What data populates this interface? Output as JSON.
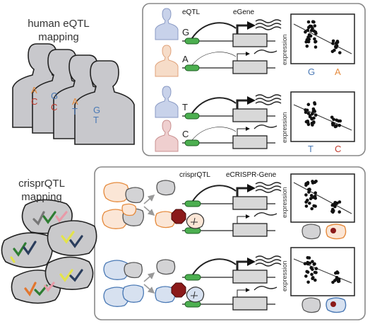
{
  "colors": {
    "orange": "#e58a3c",
    "blue": "#4a79b5",
    "green": "#4caf50",
    "red": "#8b1a1a",
    "gray": "#c9c9cb",
    "panel_border": "#888888"
  },
  "top": {
    "title_line1": "human eQTL",
    "title_line2": "mapping",
    "eqtl_label": "eQTL",
    "egene_label": "eGene",
    "ylabel": "expression",
    "plot1_x": [
      "G",
      "A"
    ],
    "plot2_x": [
      "T",
      "C"
    ],
    "row_alleles": [
      "G",
      "A",
      "T",
      "C"
    ],
    "bodies": [
      {
        "a1": "A",
        "a2": "C"
      },
      {
        "a1": "G",
        "a2": "C"
      },
      {
        "a1": "A",
        "a2": "T"
      },
      {
        "a1": "G",
        "a2": "T"
      }
    ]
  },
  "bottom": {
    "title_line1": "crisprQTL",
    "title_line2": "mapping",
    "crisprqtl_label": "crisprQTL",
    "ecrispr_label": "eCRISPR-Gene",
    "ylabel": "expression"
  }
}
